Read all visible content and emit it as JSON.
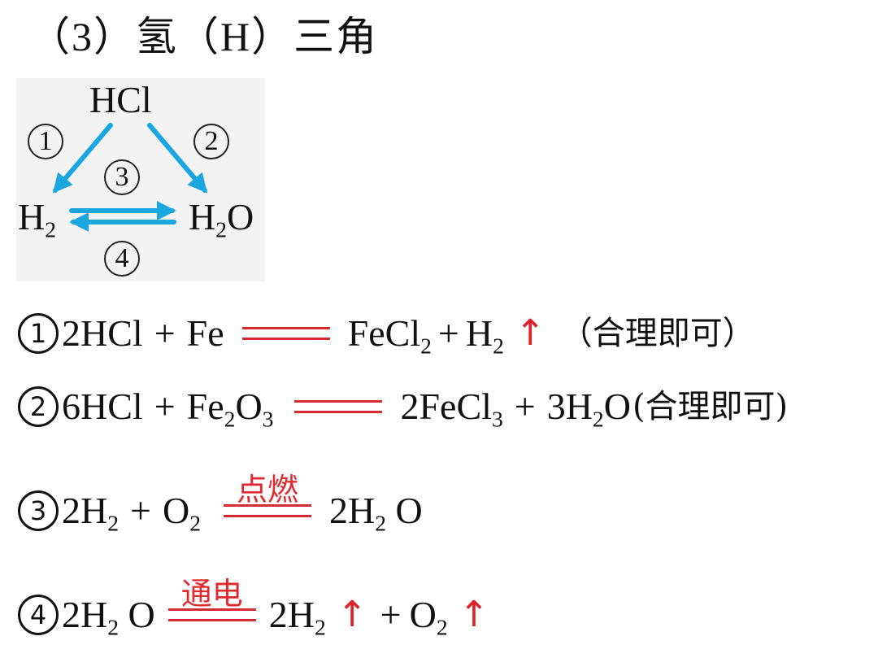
{
  "title": {
    "number_label": "（3）",
    "element": "氢",
    "symbol": "（H）",
    "suffix": "三角"
  },
  "diagram": {
    "background": "#f3f3f3",
    "arrow_color": "#1aa7e0",
    "nodes": {
      "top": "HCl",
      "left": "H",
      "left_sub": "2",
      "right": "H",
      "right_sub": "2",
      "right_suffix": "O"
    },
    "labels": [
      "①",
      "②",
      "③",
      "④"
    ],
    "edges": [
      {
        "label": "①",
        "from": "HCl",
        "to": "H2"
      },
      {
        "label": "②",
        "from": "HCl",
        "to": "H2O"
      },
      {
        "label": "③",
        "from": "H2",
        "to": "H2O"
      },
      {
        "label": "④",
        "from": "H2O",
        "to": "H2"
      }
    ]
  },
  "equations": [
    {
      "index": "①",
      "reactants": "2HCl + Fe",
      "condition": "",
      "products": "FeCl2 + H2↑",
      "note": "（合理即可）"
    },
    {
      "index": "②",
      "reactants": "6HCl + Fe2O3",
      "condition": "",
      "products": "2FeCl3 + 3H2O",
      "note": "（合理即可）"
    },
    {
      "index": "③",
      "reactants": "2H2 + O2",
      "condition": "点燃",
      "products": "2H2O",
      "note": ""
    },
    {
      "index": "④",
      "reactants": "2H2O",
      "condition": "通电",
      "products": "2H2↑ + O2↑",
      "note": ""
    }
  ],
  "parts": {
    "eq1": {
      "r1": "2HCl",
      "plus": "+",
      "r2": "Fe",
      "p1a": "FeCl",
      "p1s": "2",
      "p2a": "H",
      "p2s": "2",
      "gas": "↑",
      "note": "（合理即可）"
    },
    "eq2": {
      "r1": "6HCl",
      "plus": "+",
      "r2a": "Fe",
      "r2s": "2",
      "r2b": "O",
      "r2s2": "3",
      "p1a": "2FeCl",
      "p1s": "3",
      "p2a": "3H",
      "p2s": "2",
      "p2b": "O",
      "note": "(合理即可)"
    },
    "eq3": {
      "r1a": "2H",
      "r1s": "2",
      "plus": "+",
      "r2a": "O",
      "r2s": "2",
      "cond": "点燃",
      "p1a": "2H",
      "p1s": "2",
      "p1b": "O"
    },
    "eq4": {
      "r1a": "2H",
      "r1s": "2",
      "r1b": "O",
      "cond": "通电",
      "p1a": "2H",
      "p1s": "2",
      "gas": "↑",
      "plus": "+",
      "p2a": "O",
      "p2s": "2"
    }
  },
  "colors": {
    "text": "#111111",
    "red": "#e0202a",
    "blue": "#1aa7e0"
  }
}
